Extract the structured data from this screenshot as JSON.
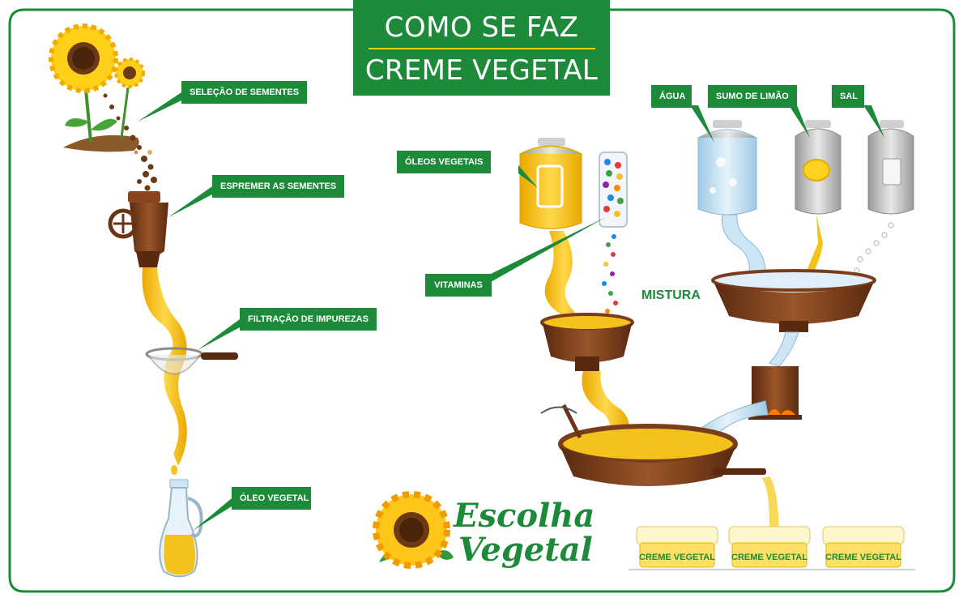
{
  "title": {
    "line1": "COMO SE FAZ",
    "line2": "CREME VEGETAL"
  },
  "labels": {
    "selecao": "SELEÇÃO DE SEMENTES",
    "espremer": "ESPREMER AS SEMENTES",
    "filtracao": "FILTRAÇÃO DE IMPUREZAS",
    "oleo_vegetal": "ÓLEO VEGETAL",
    "oleos_vegetais": "ÓLEOS VEGETAIS",
    "vitaminas": "VITAMINAS",
    "agua": "ÁGUA",
    "sumo_limao": "SUMO DE LIMÃO",
    "sal": "SAL",
    "mistura": "MISTURA"
  },
  "brand": {
    "line1": "Escolha",
    "line2": "Vegetal"
  },
  "tubs": [
    "CREME VEGETAL",
    "CREME VEGETAL",
    "CREME VEGETAL"
  ],
  "colors": {
    "green": "#1d8a3a",
    "yellow_oil": "#f5c21b",
    "brown": "#7a3d1c",
    "accent_rule": "#f3d200"
  }
}
